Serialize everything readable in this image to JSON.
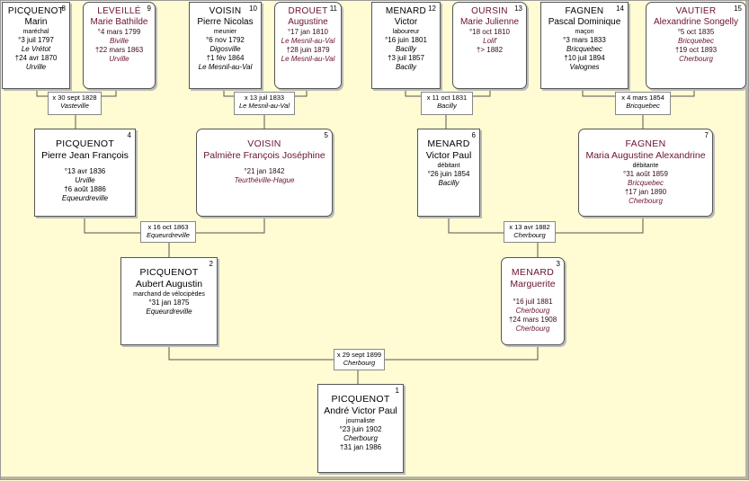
{
  "persons": [
    {
      "num": "1",
      "surname": "PICQUENOT",
      "given": "André Victor Paul",
      "occ": "journaliste",
      "birth": "°23 juin 1902",
      "birth_place": "Cherbourg",
      "death": "†31 jan 1986",
      "death_place": "",
      "sex": "M"
    },
    {
      "num": "2",
      "surname": "PICQUENOT",
      "given": "Aubert Augustin",
      "occ": "marchand de vélocipèdes",
      "birth": "°31 jan 1875",
      "birth_place": "Equeurdreville",
      "death": "",
      "death_place": "",
      "sex": "M"
    },
    {
      "num": "3",
      "surname": "MENARD",
      "given": "Marguerite",
      "occ": "",
      "birth": "°16 juil 1881",
      "birth_place": "Cherbourg",
      "death": "†24 mars 1908",
      "death_place": "Cherbourg",
      "sex": "F"
    },
    {
      "num": "4",
      "surname": "PICQUENOT",
      "given": "Pierre Jean François",
      "occ": "",
      "birth": "°13 avr 1836",
      "birth_place": "Urville",
      "death": "†6 août 1886",
      "death_place": "Equeurdreville",
      "sex": "M"
    },
    {
      "num": "5",
      "surname": "VOISIN",
      "given": "Palmière François Joséphine",
      "occ": "",
      "birth": "°21 jan 1842",
      "birth_place": "Teurthéville-Hague",
      "death": "",
      "death_place": "",
      "sex": "F"
    },
    {
      "num": "6",
      "surname": "MENARD",
      "given": "Victor Paul",
      "occ": "débitant",
      "birth": "°26 juin 1854",
      "birth_place": "Bacilly",
      "death": "",
      "death_place": "",
      "sex": "M"
    },
    {
      "num": "7",
      "surname": "FAGNEN",
      "given": "Maria Augustine Alexandrine",
      "occ": "débitante",
      "birth": "°31 août 1859",
      "birth_place": "Bricquebec",
      "death": "†17 jan 1890",
      "death_place": "Cherbourg",
      "sex": "F"
    },
    {
      "num": "8",
      "surname": "PICQUENOT",
      "given": "Marin",
      "occ": "maréchal",
      "birth": "°3 juil 1797",
      "birth_place": "Le Vrétot",
      "death": "†24 avr 1870",
      "death_place": "Urville",
      "sex": "M"
    },
    {
      "num": "9",
      "surname": "LEVEILLÉ",
      "given": "Marie Bathilde",
      "occ": "",
      "birth": "°4 mars 1799",
      "birth_place": "Biville",
      "death": "†22 mars 1863",
      "death_place": "Urville",
      "sex": "F"
    },
    {
      "num": "10",
      "surname": "VOISIN",
      "given": "Pierre Nicolas",
      "occ": "meunier",
      "birth": "°6 nov 1792",
      "birth_place": "Digosville",
      "death": "†1 fév 1864",
      "death_place": "Le Mesnil-au-Val",
      "sex": "M"
    },
    {
      "num": "11",
      "surname": "DROUET",
      "given": "Augustine",
      "occ": "",
      "birth": "°17 jan 1810",
      "birth_place": "Le Mesnil-au-Val",
      "death": "†28 juin 1879",
      "death_place": "Le Mesnil-au-Val",
      "sex": "F"
    },
    {
      "num": "12",
      "surname": "MENARD",
      "given": "Victor",
      "occ": "laboureur",
      "birth": "°16 juin 1801",
      "birth_place": "Bacilly",
      "death": "†3 juil 1857",
      "death_place": "Bacilly",
      "sex": "M"
    },
    {
      "num": "13",
      "surname": "OURSIN",
      "given": "Marie Julienne",
      "occ": "",
      "birth": "°18 oct 1810",
      "birth_place": "Lolif",
      "death": "†> 1882",
      "death_place": "",
      "sex": "F"
    },
    {
      "num": "14",
      "surname": "FAGNEN",
      "given": "Pascal Dominique",
      "occ": "maçon",
      "birth": "°3 mars 1833",
      "birth_place": "Bricquebec",
      "death": "†10 juil 1894",
      "death_place": "Valognes",
      "sex": "M"
    },
    {
      "num": "15",
      "surname": "VAUTIER",
      "given": "Alexandrine Songelly",
      "occ": "",
      "birth": "°5 oct 1835",
      "birth_place": "Bricquebec",
      "death": "†19 oct 1893",
      "death_place": "Cherbourg",
      "sex": "F"
    }
  ],
  "marriages": [
    {
      "date": "x 30 sept 1828",
      "place": "Vasteville"
    },
    {
      "date": "x 13 juil 1833",
      "place": "Le Mesnil-au-Val"
    },
    {
      "date": "x 11 oct 1831",
      "place": "Bacilly"
    },
    {
      "date": "x 4 mars 1854",
      "place": "Bricquebec"
    },
    {
      "date": "x 16 oct 1863",
      "place": "Equeurdreville"
    },
    {
      "date": "x 13 avr 1882",
      "place": "Cherbourg"
    },
    {
      "date": "x 29 sept 1899",
      "place": "Cherbourg"
    }
  ]
}
